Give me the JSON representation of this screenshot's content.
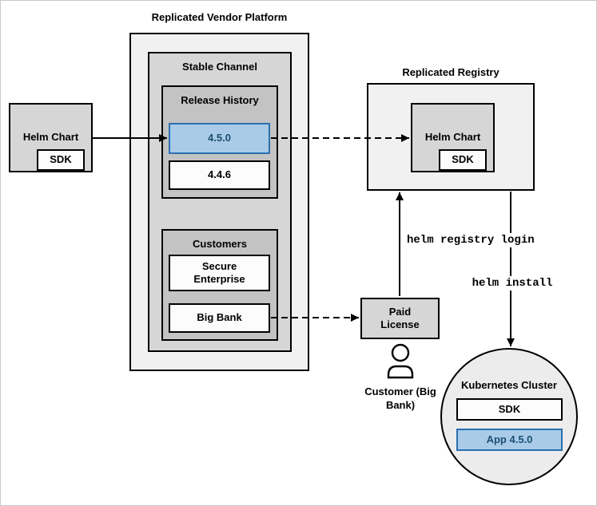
{
  "vendor_platform": {
    "title": "Replicated Vendor Platform",
    "stable_channel": {
      "title": "Stable Channel",
      "release_history": {
        "title": "Release History",
        "releases": [
          {
            "version": "4.5.0",
            "highlighted": true
          },
          {
            "version": "4.4.6",
            "highlighted": false
          }
        ]
      },
      "customers": {
        "title": "Customers",
        "items": [
          {
            "name": "Secure Enterprise"
          },
          {
            "name": "Big Bank"
          }
        ]
      }
    }
  },
  "source_chart": {
    "label": "Helm Chart",
    "sdk": "SDK"
  },
  "registry": {
    "title": "Replicated Registry",
    "chart": {
      "label": "Helm Chart",
      "sdk": "SDK"
    }
  },
  "license": {
    "label": "Paid License"
  },
  "customer": {
    "label": "Customer (Big Bank)"
  },
  "cluster": {
    "title": "Kubernetes Cluster",
    "sdk": "SDK",
    "app": "App 4.5.0"
  },
  "edge_labels": {
    "registry_login": "helm registry login",
    "helm_install": "helm install"
  },
  "colors": {
    "highlight_fill": "#a9cbe8",
    "highlight_border": "#2a6fb0",
    "highlight_text": "#1b4f72",
    "box_border": "#000000"
  }
}
